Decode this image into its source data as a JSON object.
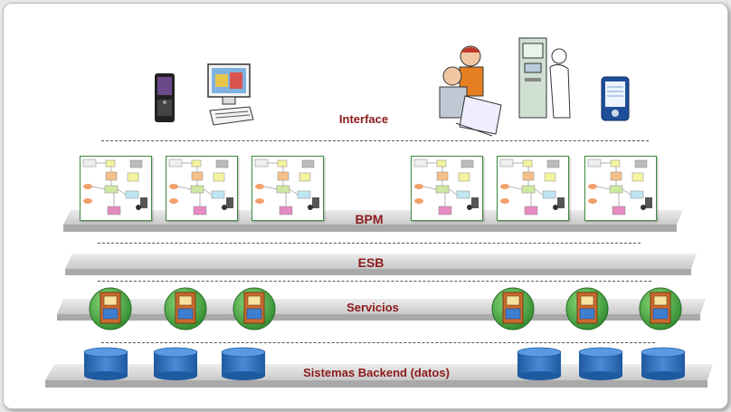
{
  "layers": {
    "interface": "Interface",
    "bpm": "BPM",
    "esb": "ESB",
    "servicios": "Servicios",
    "backend": "Sistemas Backend (datos)"
  },
  "colors": {
    "label": "#8b1a1a",
    "platform_top": "#e0e0e0",
    "platform_side": "#a9a9a9",
    "database": "#2f6fb8",
    "service_ring": "#3a9a3a",
    "card_border": "#3d8a3d"
  },
  "icons": [
    "mobile-phone-icon",
    "computer-icon",
    "people-icon",
    "atm-kiosk-icon",
    "pda-icon",
    "process-diagram-icon",
    "service-icon",
    "database-icon"
  ]
}
